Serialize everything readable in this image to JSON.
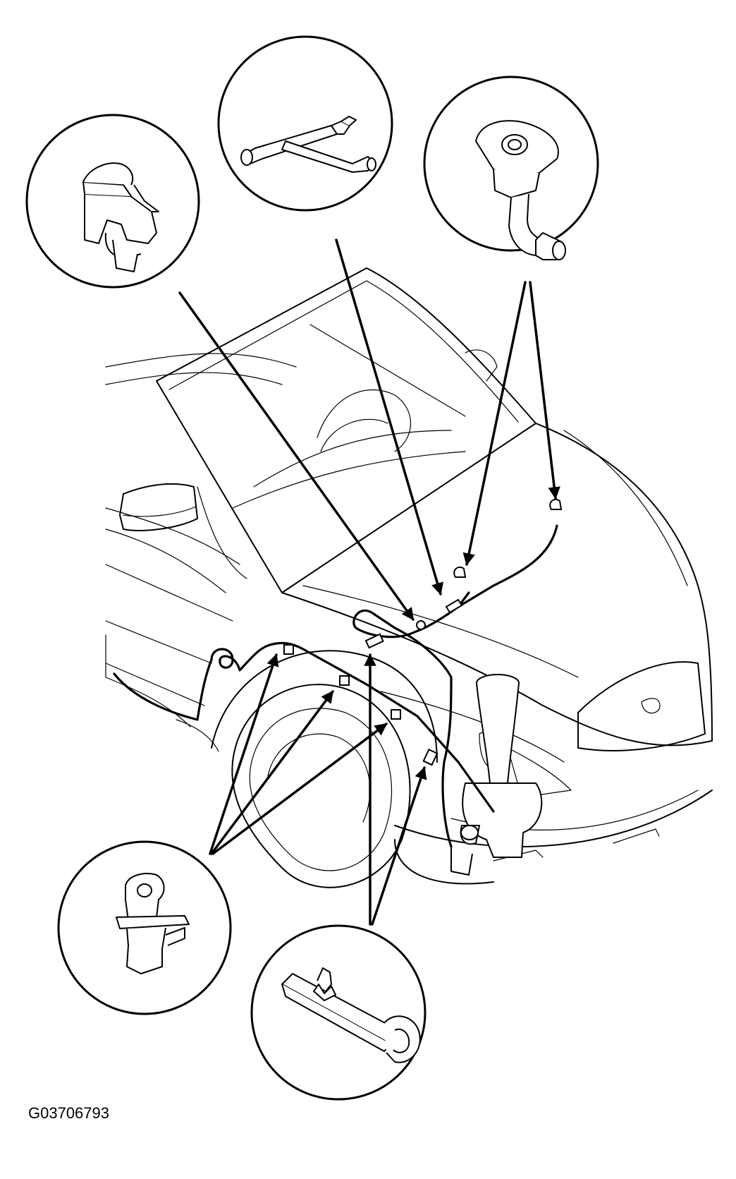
{
  "figure": {
    "id_label": "G03706793"
  },
  "colors": {
    "ink": "#000000",
    "paper": "#ffffff"
  },
  "callouts": [
    {
      "name": "hose-clip-callout",
      "icon": "hose-clip-icon"
    },
    {
      "name": "hose-joint-callout",
      "icon": "hose-joint-icon"
    },
    {
      "name": "washer-nozzle-callout",
      "icon": "washer-nozzle-icon"
    },
    {
      "name": "harness-clamp-callout",
      "icon": "harness-clamp-icon"
    },
    {
      "name": "flat-clip-callout",
      "icon": "flat-clip-icon"
    }
  ]
}
